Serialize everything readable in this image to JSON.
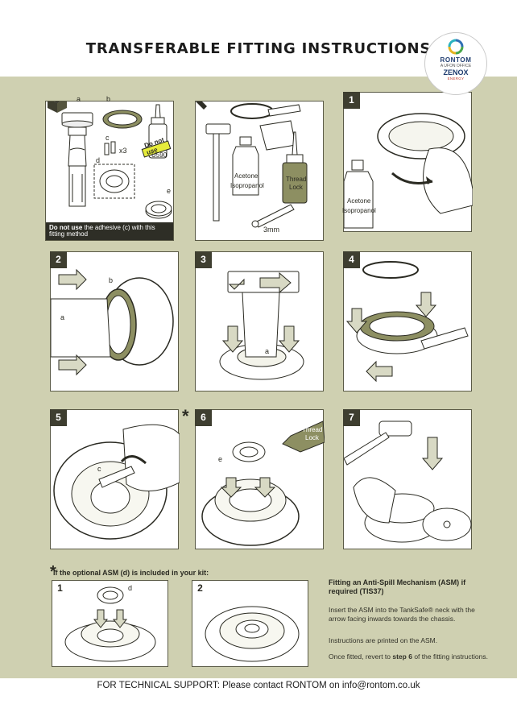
{
  "header": {
    "title": "TRANSFERABLE FITTING INSTRUCTIONS"
  },
  "logo": {
    "brand": "RONTOM",
    "tagline": "A UFON OFFICE",
    "product": "ZENOX",
    "product_sub": "ENERGY"
  },
  "kit_panel": {
    "labels": {
      "a": "a",
      "b": "b",
      "c": "c",
      "d": "d",
      "e": "e"
    },
    "multiplier": "x3",
    "adhesive_tag": "Do not use",
    "adhesive_code": "U590",
    "warning_bold": "Do not use",
    "warning_rest": " the adhesive (c) with this fitting method"
  },
  "tools_panel": {
    "bottle_1_line1": "Acetone",
    "bottle_1_line2": "Isopropanol",
    "bottle_2_line1": "Thread",
    "bottle_2_line2": "Lock",
    "allen_size": "3mm"
  },
  "steps": [
    {
      "number": "1",
      "bottle_line1": "Acetone",
      "bottle_line2": "Isopropanol"
    },
    {
      "number": "2",
      "label_a": "a",
      "label_b": "b"
    },
    {
      "number": "3",
      "label_a": "a"
    },
    {
      "number": "4"
    },
    {
      "number": "5",
      "label_c": "c"
    },
    {
      "number": "6",
      "label_e": "e",
      "bottle_line1": "Thread",
      "bottle_line2": "Lock",
      "marker": "*"
    },
    {
      "number": "7"
    }
  ],
  "asm_section": {
    "marker": "*",
    "heading": "If the optional ASM (d) is included in your kit:",
    "panels": [
      {
        "number": "1",
        "label_d": "d"
      },
      {
        "number": "2"
      }
    ],
    "side_title": "Fitting an Anti-Spill Mechanism (ASM) if required (TIS37)",
    "para1": "Insert the ASM into the TankSafe® neck with the arrow facing inwards towards the chassis.",
    "para2": "Instructions are printed on the ASM.",
    "para3_pre": "Once fitted, revert to ",
    "para3_bold": "step 6",
    "para3_post": " of the fitting instructions."
  },
  "footer": {
    "text": "FOR TECHNICAL SUPPORT: Please contact RONTOM on info@rontom.co.uk"
  },
  "colors": {
    "board": "#cfd0b1",
    "panel_border": "#5a5a46",
    "number_badge": "#3e3e30",
    "arrow_fill": "#d8d9c4",
    "accent_green": "#8d8f62",
    "ink": "#2a2a22"
  }
}
